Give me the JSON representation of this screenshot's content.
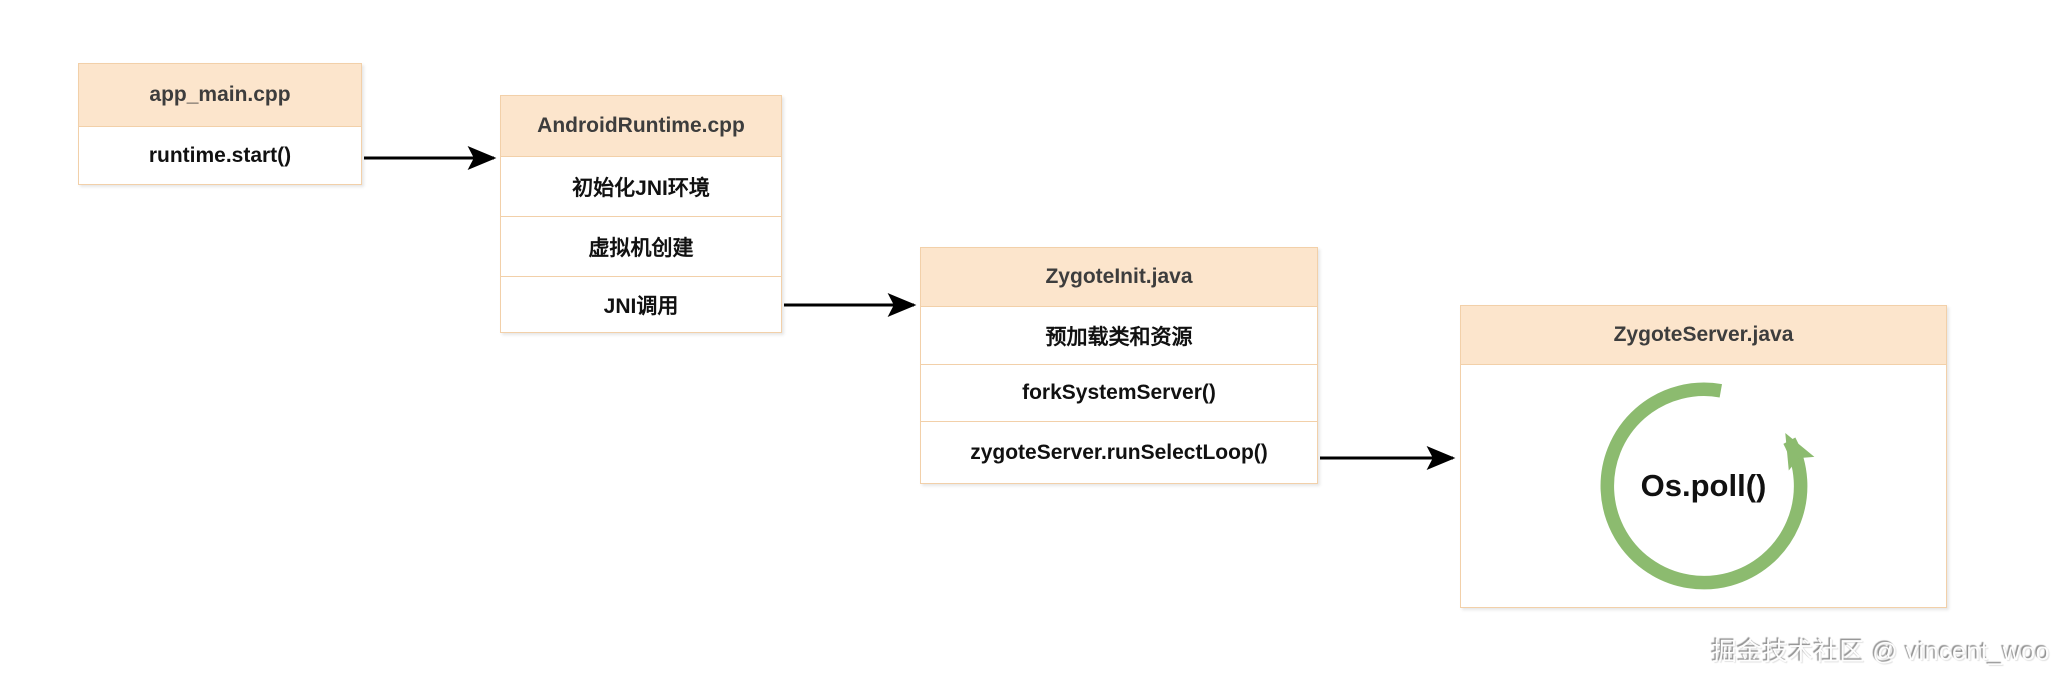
{
  "nodes": [
    {
      "id": "app-main",
      "title": "app_main.cpp",
      "rows": [
        "runtime.start()"
      ]
    },
    {
      "id": "android-runtime",
      "title": "AndroidRuntime.cpp",
      "rows": [
        "初始化JNI环境",
        "虚拟机创建",
        "JNI调用"
      ]
    },
    {
      "id": "zygote-init",
      "title": "ZygoteInit.java",
      "rows": [
        "预加载类和资源",
        "forkSystemServer()",
        "zygoteServer.runSelectLoop()"
      ]
    },
    {
      "id": "zygote-server",
      "title": "ZygoteServer.java",
      "loop_label": "Os.poll()",
      "loop_icon": "circular-loop-arrow-icon"
    }
  ],
  "edges": [
    {
      "from_node": "app-main",
      "from_row": "runtime.start()",
      "to_node": "android-runtime"
    },
    {
      "from_node": "android-runtime",
      "from_row": "JNI调用",
      "to_node": "zygote-init"
    },
    {
      "from_node": "zygote-init",
      "from_row": "zygoteServer.runSelectLoop()",
      "to_node": "zygote-server"
    }
  ],
  "watermark": "掘金技术社区 @ vincent_woo",
  "colors": {
    "node_header_bg": "#fce5cc",
    "node_border": "#f2d0a9",
    "node_bg": "#ffffff",
    "header_text": "#3d3d3d",
    "body_text": "#111111",
    "arrow": "#000000",
    "loop_arrow_green": "#8cbb6f"
  }
}
